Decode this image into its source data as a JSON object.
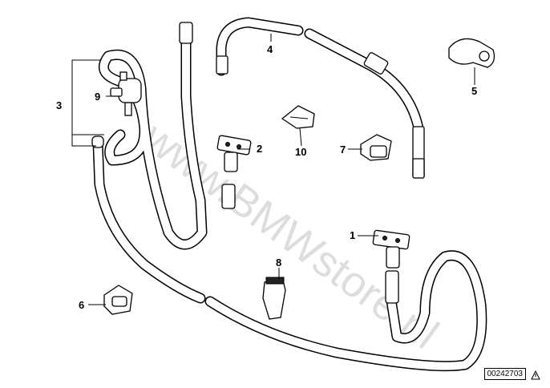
{
  "callouts": {
    "c1": "1",
    "c2": "2",
    "c3": "3",
    "c4": "4",
    "c5": "5",
    "c6": "6",
    "c7": "7",
    "c8": "8",
    "c9": "9",
    "c10": "10"
  },
  "diagram_id": "00242703",
  "watermark": "www.BMWstore.nl",
  "icons": {
    "warning": "warning-triangle-icon"
  },
  "colors": {
    "line": "#000000",
    "background": "#ffffff"
  }
}
